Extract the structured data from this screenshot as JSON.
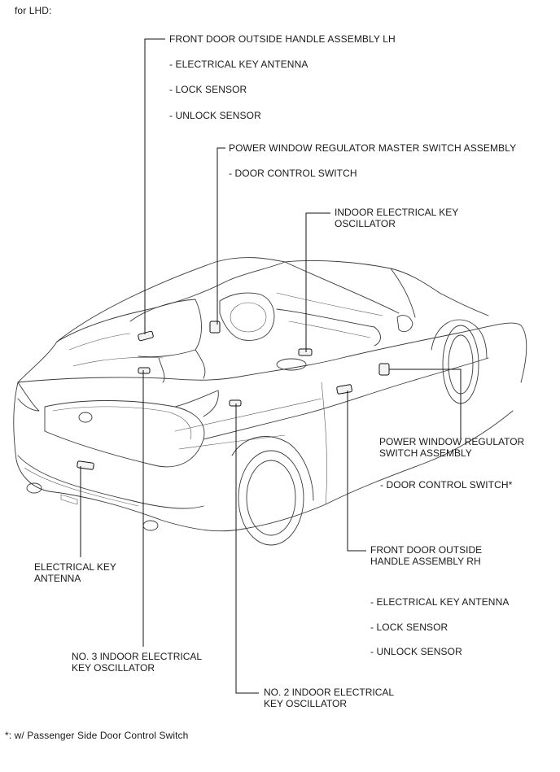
{
  "header": {
    "note": "for LHD:"
  },
  "labels": {
    "front_door_lh": "FRONT DOOR OUTSIDE HANDLE ASSEMBLY LH",
    "front_door_lh_items": [
      "- ELECTRICAL KEY ANTENNA",
      "- LOCK SENSOR",
      "- UNLOCK SENSOR"
    ],
    "pw_master": "POWER WINDOW REGULATOR MASTER SWITCH ASSEMBLY",
    "pw_master_item": "- DOOR CONTROL SWITCH",
    "indoor_osc": [
      "INDOOR ELECTRICAL KEY",
      "OSCILLATOR"
    ],
    "pw_switch": [
      "POWER WINDOW REGULATOR",
      "SWITCH ASSEMBLY"
    ],
    "pw_switch_item": "- DOOR CONTROL SWITCH*",
    "front_door_rh": [
      "FRONT DOOR OUTSIDE",
      "HANDLE ASSEMBLY RH"
    ],
    "front_door_rh_items": [
      "- ELECTRICAL KEY ANTENNA",
      "- LOCK SENSOR",
      "- UNLOCK SENSOR"
    ],
    "elec_key_antenna": [
      "ELECTRICAL KEY",
      "ANTENNA"
    ],
    "no3_osc": [
      "NO. 3 INDOOR ELECTRICAL",
      "KEY OSCILLATOR"
    ],
    "no2_osc": [
      "NO. 2 INDOOR ELECTRICAL",
      "KEY OSCILLATOR"
    ]
  },
  "footnote": "*: w/ Passenger Side Door Control Switch"
}
